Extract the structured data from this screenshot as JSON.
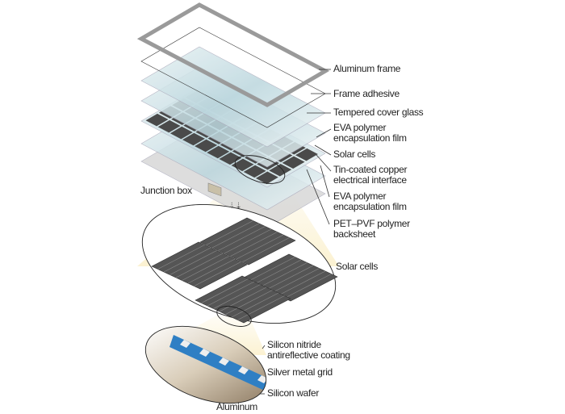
{
  "labels": {
    "aluminum_frame": "Aluminum frame",
    "frame_adhesive": "Frame adhesive",
    "tempered_cover_glass": "Tempered cover glass",
    "eva_top_1": "EVA polymer",
    "eva_top_2": "encapsulation film",
    "solar_cells": "Solar cells",
    "tin_1": "Tin-coated copper",
    "tin_2": "electrical interface",
    "eva_bottom_1": "EVA polymer",
    "eva_bottom_2": "encapsulation film",
    "backsheet_1": "PET–PVF polymer",
    "backsheet_2": "backsheet",
    "junction_box": "Junction box",
    "solar_cells_detail": "Solar cells",
    "nitride_1": "Silicon nitride",
    "nitride_2": "antireflective coating",
    "silver_grid": "Silver metal grid",
    "silicon_wafer": "Silicon wafer",
    "aluminum": "Aluminum"
  },
  "colors": {
    "frame": "#9a9a9a",
    "glass": "#cfe3e8",
    "cell": "#4a4a4a",
    "coating": "#2f7fc4",
    "wafer": "#b8a48a",
    "highlight": "#fbf3d6"
  }
}
